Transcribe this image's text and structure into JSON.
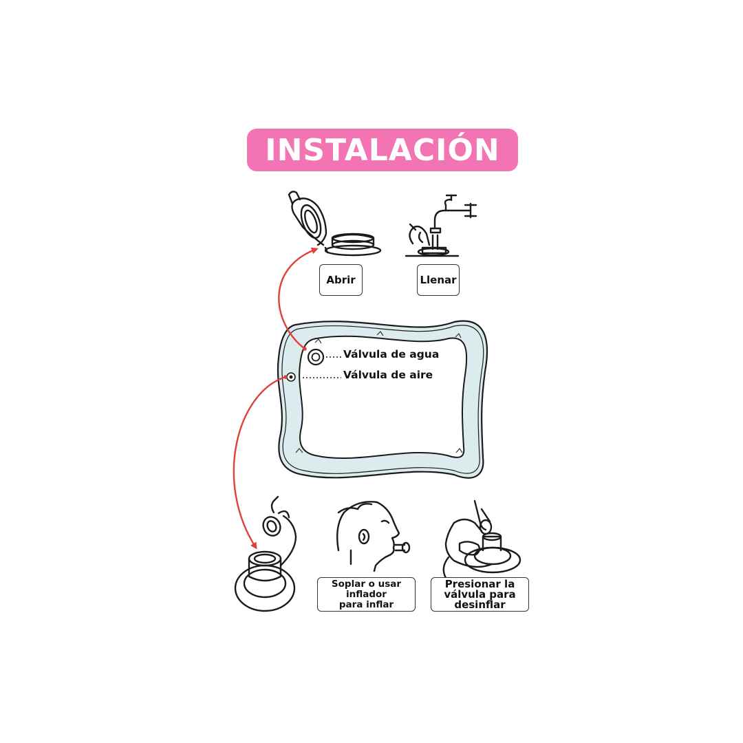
{
  "title": "INSTALACIÓN",
  "colors": {
    "title_background": "#f274b3",
    "mat_fill": "#dcecee",
    "arrow": "#e0403c",
    "line_art": "#1a1a1a"
  },
  "steps": [
    {
      "label": "Abrir",
      "icon": "valve-cap-open-icon"
    },
    {
      "label": "Llenar",
      "icon": "faucet-filling-icon"
    }
  ],
  "mat": {
    "icon": "inflatable-water-mat-icon",
    "valves": [
      {
        "label": "Válvula de agua",
        "icon": "water-valve-icon"
      },
      {
        "label": "Válvula de aire",
        "icon": "air-valve-icon"
      }
    ]
  },
  "inflate_steps": [
    {
      "icon": "air-valve-closeup-icon"
    },
    {
      "label_lines": [
        "Soplar o usar",
        "inflador",
        "para inflar"
      ],
      "icon": "child-blowing-icon"
    },
    {
      "label_lines": [
        "Presionar la",
        "válvula para",
        "desinflar"
      ],
      "icon": "finger-pressing-valve-icon"
    }
  ]
}
